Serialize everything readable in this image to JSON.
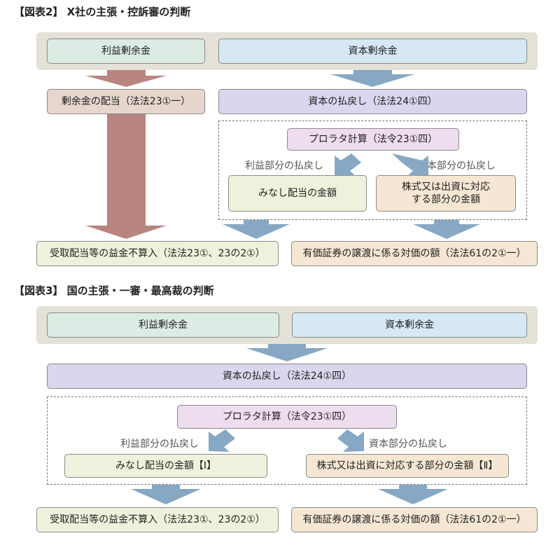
{
  "fig2": {
    "heading": "【図表2】 X社の主張・控訴審の判断",
    "rieki": "利益剰余金",
    "shihon": "資本剰余金",
    "haito": "剰余金の配当（法法23①一）",
    "haraimodoshi": "資本の払戻し（法法24①四）",
    "prorata": "プロラタ計算（法令23①四）",
    "label_rieki": "利益部分の払戻し",
    "label_shihon": "資本部分の払戻し",
    "minashi": "みなし配当の金額",
    "kabushiki_line1": "株式又は出資に対応",
    "kabushiki_line2": "する部分の金額",
    "ukeharai": "受取配当等の益金不算入（法法23①、23の2①）",
    "yuka": "有価証券の譲渡に係る対価の額（法法61の2①一）"
  },
  "fig3": {
    "heading": "【図表3】 国の主張・一審・最高裁の判断",
    "rieki": "利益剰余金",
    "shihon": "資本剰余金",
    "haraimodoshi": "資本の払戻し（法法24①四）",
    "prorata": "プロラタ計算（法令23①四）",
    "label_rieki": "利益部分の払戻し",
    "label_shihon": "資本部分の払戻し",
    "minashi": "みなし配当の金額【Ⅰ】",
    "kabushiki": "株式又は出資に対応する部分の金額【Ⅱ】",
    "ukeharai": "受取配当等の益金不算入（法法23①、23の2①）",
    "yuka": "有価証券の譲渡に係る対価の額（法法61の2①一）"
  },
  "colors": {
    "arrow_red": "#b88580",
    "arrow_blue": "#87a8c4",
    "band": "#e4e1d6"
  }
}
